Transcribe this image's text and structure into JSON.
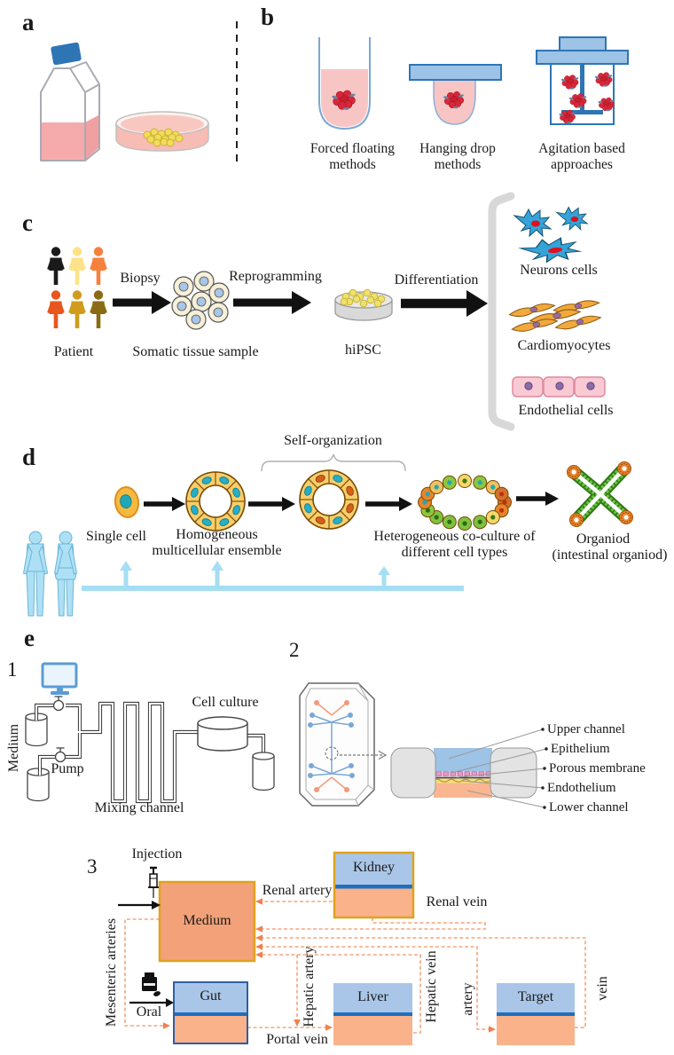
{
  "figure": {
    "panel_letters": {
      "a": "a",
      "b": "b",
      "c": "c",
      "d": "d",
      "e": "e"
    },
    "b": {
      "methods": [
        "Forced floating methods",
        "Hanging drop methods",
        "Agitation based approaches"
      ]
    },
    "c": {
      "patient": "Patient",
      "biopsy": "Biopsy",
      "somatic_tissue_sample": "Somatic tissue sample",
      "reprogramming": "Reprogramming",
      "hipsc": "hiPSC",
      "differentiation": "Differentiation",
      "cell_types": [
        "Neurons cells",
        "Cardiomyocytes",
        "Endothelial cells"
      ]
    },
    "d": {
      "self_organization": "Self-organization",
      "single_cell": "Single cell",
      "homogeneous": "Homogeneous multicellular ensemble",
      "heterogeneous": "Heterogeneous co-culture of different cell types",
      "organoid_line1": "Organiod",
      "organoid_line2": "(intestinal organiod)"
    },
    "e": {
      "sub1": {
        "num": "1",
        "medium": "Medium",
        "pump": "Pump",
        "mixing_channel": "Mixing channel",
        "cell_culture": "Cell culture"
      },
      "sub2": {
        "num": "2",
        "layers": [
          "Upper channel",
          "Epithelium",
          "Porous membrane",
          "Endothelium",
          "Lower channel"
        ]
      },
      "sub3": {
        "num": "3",
        "injection": "Injection",
        "medium": "Medium",
        "renal_artery": "Renal artery",
        "kidney": "Kidney",
        "renal_vein": "Renal vein",
        "mesenteric_arteries": "Mesenteric arteries",
        "oral": "Oral",
        "gut": "Gut",
        "portal_vein": "Portal vein",
        "hepatic_artery": "Hepatic artery",
        "liver": "Liver",
        "hepatic_vein": "Hepatic vein",
        "artery": "artery",
        "target": "Target",
        "vein": "vein"
      }
    }
  },
  "colors": {
    "medium_pink": "#f8c5c5",
    "spheroid_red": "#d62839",
    "plate_blue": "#9dc3e6",
    "accent_blue": "#2e75b6",
    "dashed_salmon": "#f5a57e",
    "organ_top_blue": "#a9c6e8",
    "organ_bottom_orange": "#f9b28a",
    "stripe_blue": "#1e6fc0",
    "gold_border": "#e0a21e",
    "ring_yellow": "#f7ce6b",
    "nucleus_teal": "#28aec6",
    "nucleus_orange": "#d4601a",
    "timeline_blue": "#a5def2",
    "silhouette_blue": "#aee0f5"
  }
}
